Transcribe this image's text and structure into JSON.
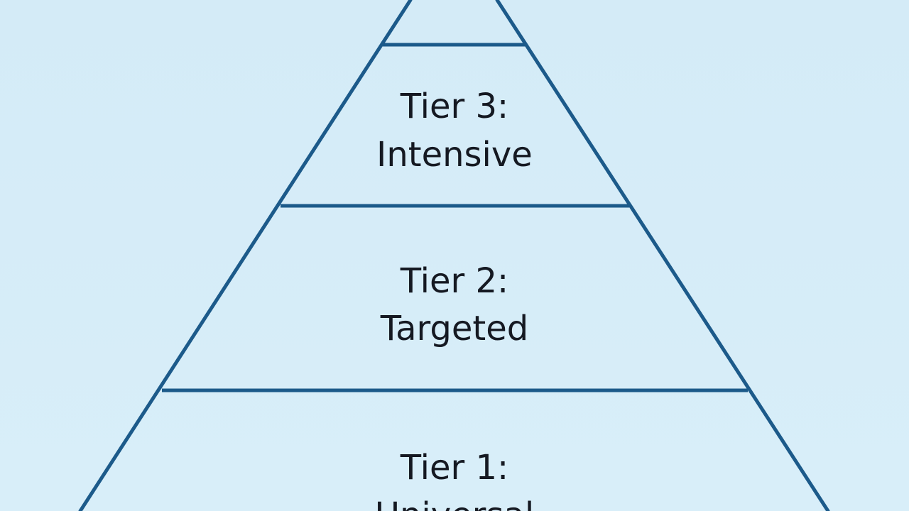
{
  "colors": {
    "background": "#d5ecf8",
    "stroke": "#1c5a8a",
    "text": "#151922"
  },
  "tiers": [
    {
      "heading": "Tier 3:",
      "name": "Intensive"
    },
    {
      "heading": "Tier 2:",
      "name": "Targeted"
    },
    {
      "heading": "Tier 1:",
      "name": "Universal"
    }
  ]
}
